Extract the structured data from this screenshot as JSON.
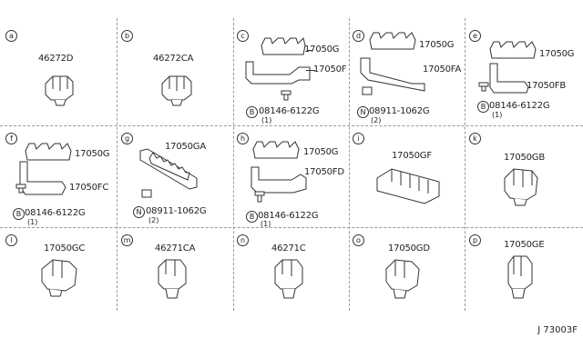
{
  "cells": {
    "a": {
      "letter": "a",
      "parts": [
        "46272D"
      ]
    },
    "b": {
      "letter": "b",
      "parts": [
        "46272CA"
      ]
    },
    "c": {
      "letter": "c",
      "parts": [
        "17050G",
        "17050F"
      ],
      "bolt": {
        "symbol": "B",
        "number": "08146-6122G",
        "qty": "(1)"
      }
    },
    "d": {
      "letter": "d",
      "parts": [
        "17050G",
        "17050FA"
      ],
      "bolt": {
        "symbol": "N",
        "number": "08911-1062G",
        "qty": "(2)"
      }
    },
    "e": {
      "letter": "e",
      "parts": [
        "17050G",
        "17050FB"
      ],
      "bolt": {
        "symbol": "B",
        "number": "08146-6122G",
        "qty": "(1)"
      }
    },
    "f": {
      "letter": "f",
      "parts": [
        "17050G",
        "17050FC"
      ],
      "bolt": {
        "symbol": "B",
        "number": "08146-6122G",
        "qty": "(1)"
      }
    },
    "g": {
      "letter": "g",
      "parts": [
        "17050GA"
      ],
      "bolt": {
        "symbol": "N",
        "number": "08911-1062G",
        "qty": "(2)"
      }
    },
    "h": {
      "letter": "h",
      "parts": [
        "17050G",
        "17050FD"
      ],
      "bolt": {
        "symbol": "B",
        "number": "08146-6122G",
        "qty": "(1)"
      }
    },
    "i": {
      "letter": "i",
      "parts": [
        "17050GF"
      ]
    },
    "k": {
      "letter": "k",
      "parts": [
        "17050GB"
      ]
    },
    "l": {
      "letter": "l",
      "parts": [
        "17050GC"
      ]
    },
    "m": {
      "letter": "m",
      "parts": [
        "46271CA"
      ]
    },
    "n": {
      "letter": "n",
      "parts": [
        "46271C"
      ]
    },
    "o": {
      "letter": "o",
      "parts": [
        "17050GD"
      ]
    },
    "p": {
      "letter": "p",
      "parts": [
        "17050GE"
      ]
    }
  },
  "diagram_code": "J 73003F"
}
